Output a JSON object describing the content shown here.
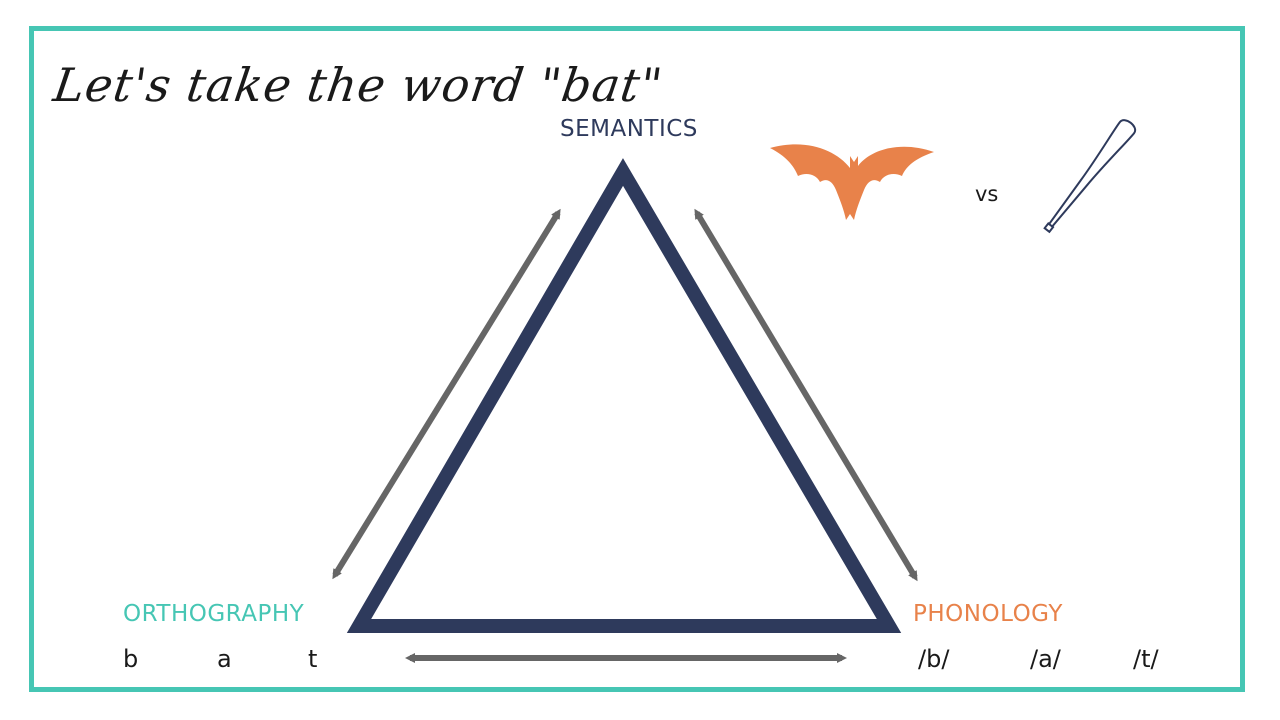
{
  "heading": "Let's take the word \"bat\"",
  "nodes": {
    "semantics": "SEMANTICS",
    "orthography": "ORTHOGRAPHY",
    "phonology": "PHONOLOGY"
  },
  "orthography_letters": [
    "b",
    "a",
    "t"
  ],
  "phonology_sounds": [
    "/b/",
    "/a/",
    "/t/"
  ],
  "comparison": {
    "left_image": "bat-animal-icon",
    "connector": "vs",
    "right_image": "baseball-bat-icon"
  },
  "colors": {
    "frame": "#46c6b4",
    "triangle": "#2e3a5c",
    "arrows": "#666666",
    "orthography": "#46c6b4",
    "phonology": "#e8824a",
    "semantics": "#2e3a5c",
    "bat_animal": "#e8824a"
  }
}
